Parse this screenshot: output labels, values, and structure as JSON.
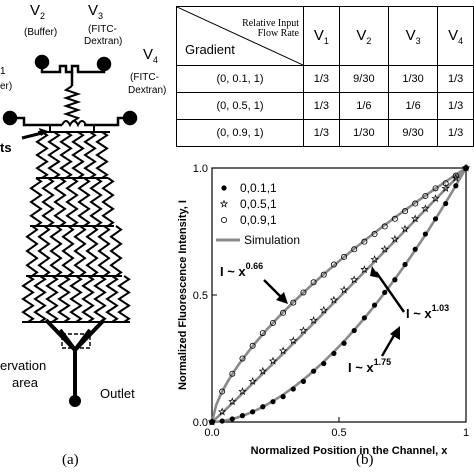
{
  "panel_a": {
    "inlet_labels": [
      {
        "name": "V",
        "sub": "2",
        "desc": "(Buffer)"
      },
      {
        "name": "V",
        "sub": "3",
        "desc": "(FITC-\nDextran)"
      },
      {
        "name": "V",
        "sub": "4",
        "desc": "(FITC-\nDextran)"
      },
      {
        "name": "1",
        "desc": "er)"
      }
    ],
    "v1_fragment": "1",
    "buffer_fragment": "er)",
    "v2": "V",
    "v2_sub": "2",
    "v2_desc": "(Buffer)",
    "v3": "V",
    "v3_sub": "3",
    "v3_desc_1": "(FITC-",
    "v3_desc_2": "Dextran)",
    "v4": "V",
    "v4_sub": "4",
    "v4_desc_1": "(FITC-",
    "v4_desc_2": "Dextran)",
    "inlets_fragment": "ts",
    "observation_1": "ervation",
    "observation_2": "area",
    "outlet": "Outlet",
    "caption": "(a)"
  },
  "table": {
    "corner_top_1": "Relative Input",
    "corner_top_2": "Flow Rate",
    "corner_bottom": "Gradient",
    "headers": [
      {
        "v": "V",
        "sub": "1"
      },
      {
        "v": "V",
        "sub": "2"
      },
      {
        "v": "V",
        "sub": "3"
      },
      {
        "v": "V",
        "sub": "4"
      }
    ],
    "rows": [
      {
        "gradient": "(0, 0.1, 1)",
        "values": [
          "1/3",
          "9/30",
          "1/30",
          "1/3"
        ]
      },
      {
        "gradient": "(0, 0.5, 1)",
        "values": [
          "1/3",
          "1/6",
          "1/6",
          "1/3"
        ]
      },
      {
        "gradient": "(0, 0.9, 1)",
        "values": [
          "1/3",
          "1/30",
          "9/30",
          "1/3"
        ]
      }
    ]
  },
  "chart_data": {
    "type": "scatter",
    "xlabel": "Normalized Position in the Channel, x",
    "ylabel": "Normalized Fluorescence Intensity, I",
    "xlim": [
      0,
      1
    ],
    "ylim": [
      0,
      1
    ],
    "x_ticks": [
      "0.0",
      "0.5",
      "1"
    ],
    "y_ticks": [
      "0.0",
      "0.5",
      "1.0"
    ],
    "legend_position": "top-left",
    "series": [
      {
        "name": "0,0.1,1",
        "marker": "filled-circle",
        "x": [
          0.0,
          0.04,
          0.08,
          0.12,
          0.16,
          0.2,
          0.24,
          0.28,
          0.32,
          0.36,
          0.4,
          0.44,
          0.48,
          0.52,
          0.56,
          0.6,
          0.64,
          0.68,
          0.72,
          0.76,
          0.8,
          0.84,
          0.88,
          0.92,
          0.96,
          1.0
        ],
        "y": [
          0.0,
          0.004,
          0.012,
          0.025,
          0.04,
          0.06,
          0.08,
          0.1,
          0.13,
          0.16,
          0.2,
          0.23,
          0.27,
          0.31,
          0.36,
          0.41,
          0.46,
          0.51,
          0.56,
          0.62,
          0.68,
          0.74,
          0.8,
          0.86,
          0.93,
          1.0
        ]
      },
      {
        "name": "0,0.5,1",
        "marker": "star",
        "x": [
          0.0,
          0.04,
          0.08,
          0.12,
          0.16,
          0.2,
          0.24,
          0.28,
          0.32,
          0.36,
          0.4,
          0.44,
          0.48,
          0.52,
          0.56,
          0.6,
          0.64,
          0.68,
          0.72,
          0.76,
          0.8,
          0.84,
          0.88,
          0.92,
          0.96,
          1.0
        ],
        "y": [
          0.0,
          0.04,
          0.08,
          0.12,
          0.16,
          0.2,
          0.24,
          0.28,
          0.32,
          0.36,
          0.4,
          0.44,
          0.48,
          0.52,
          0.56,
          0.6,
          0.64,
          0.68,
          0.72,
          0.76,
          0.8,
          0.84,
          0.88,
          0.92,
          0.96,
          1.0
        ]
      },
      {
        "name": "0,0.9,1",
        "marker": "open-circle",
        "x": [
          0.0,
          0.04,
          0.08,
          0.12,
          0.16,
          0.2,
          0.24,
          0.28,
          0.32,
          0.36,
          0.4,
          0.44,
          0.48,
          0.52,
          0.56,
          0.6,
          0.64,
          0.68,
          0.72,
          0.76,
          0.8,
          0.84,
          0.88,
          0.92,
          0.96,
          1.0
        ],
        "y": [
          0.0,
          0.12,
          0.19,
          0.25,
          0.3,
          0.35,
          0.39,
          0.43,
          0.47,
          0.51,
          0.55,
          0.58,
          0.62,
          0.65,
          0.68,
          0.71,
          0.74,
          0.77,
          0.8,
          0.83,
          0.86,
          0.89,
          0.92,
          0.94,
          0.97,
          1.0
        ]
      },
      {
        "name": "Simulation",
        "marker": "line",
        "color": "#8a8a8a",
        "exponents": [
          0.66,
          1.03,
          1.75
        ]
      }
    ],
    "annotations": [
      {
        "base": "I ~ x",
        "exp": "0.66"
      },
      {
        "base": "I ~ x",
        "exp": "1.03"
      },
      {
        "base": "I ~ x",
        "exp": "1.75"
      }
    ]
  },
  "panel_b": {
    "caption": "(b)"
  }
}
